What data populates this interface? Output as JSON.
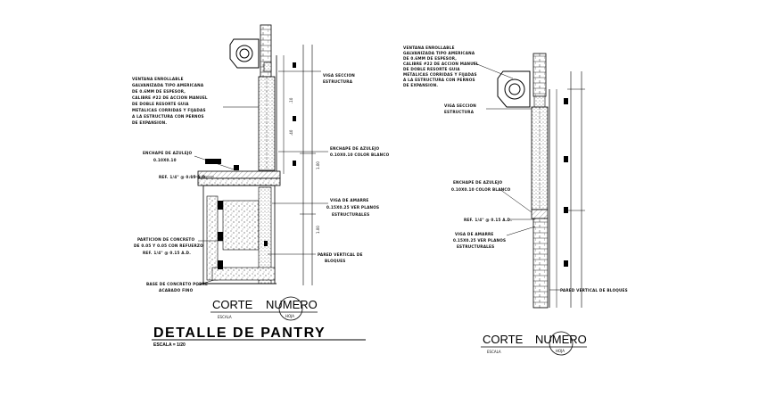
{
  "left_detail": {
    "notes": {
      "ventana": [
        "VENTANA ENROLLABLE",
        "GALVANIZADA TIPO AMERICANA",
        "DE 0.6MM DE ESPESOR,",
        "CALIBRE #22 DE ACCION MANUEL",
        "DE DOBLE RESORTE GUIA",
        "METALICAS CORRIDAS Y FIJADAS",
        "A LA ESTRUCTURA CON PERNOS",
        "DE EXPANSION."
      ],
      "viga_seccion": [
        "VIGA SECCION",
        "ESTRUCTURA"
      ],
      "enchape_azulejo_right": [
        "ENCHAPE DE AZULEJO",
        "0.10X0.10 COLOR BLANCO"
      ],
      "enchape_azulejo_left": [
        "ENCHAPE DE AZULEJO",
        "0.10X0.10"
      ],
      "ref": "REF. 1/4\" @ 0.15 A.D.",
      "viga_amarre": [
        "VIGA DE AMARRE",
        "0.15X0.25 VER PLANOS",
        "ESTRUCTURALES"
      ],
      "particion": [
        "PARTICION DE CONCRETO",
        "DE 0.05 Y 0.05 CON REFUERZO",
        "REF. 1/4\" @ 0.15 A.D."
      ],
      "pared_vertical": [
        "PARED VERTICAL DE",
        "BLOQUES"
      ],
      "base": [
        "BASE DE CONCRETO POBRE",
        "ACABADO FINO"
      ]
    },
    "dimensions": [
      "1.00",
      "1.00",
      ".10",
      ".40"
    ],
    "corte_label": "CORTE",
    "numero_label": "NUMERO",
    "escala_small": "ESCALA",
    "hoja_small": "HOJA",
    "title": "DETALLE DE PANTRY",
    "scale_text": "ESCALA = 1/20"
  },
  "right_detail": {
    "notes": {
      "ventana": [
        "VENTANA ENROLLABLE",
        "GALVANIZADA TIPO AMERICANA",
        "DE 0.6MM DE ESPESOR,",
        "CALIBRE #22 DE ACCION MANUEL",
        "DE DOBLE RESORTE GUIA",
        "METALICAS CORRIDAS Y FIJADAS",
        "A LA ESTRUCTURA CON PERNOS",
        "DE EXPANSION."
      ],
      "viga_seccion": [
        "VIGA SECCION",
        "ESTRUCTURA"
      ],
      "enchape_azulejo": [
        "ENCHAPE DE AZULEJO",
        "0.10X0.10 COLOR BLANCO"
      ],
      "ref": "REF. 1/4\" @ 0.15 A.D.",
      "viga_amarre": [
        "VIGA DE AMARRE",
        "0.15X0.25 VER PLANOS",
        "ESTRUCTURALES"
      ],
      "pared_vertical": "PARED VERTICAL DE BLOQUES"
    },
    "corte_label": "CORTE",
    "numero_label": "NUMERO",
    "escala_small": "ESCALA",
    "hoja_small": "HOJA"
  }
}
